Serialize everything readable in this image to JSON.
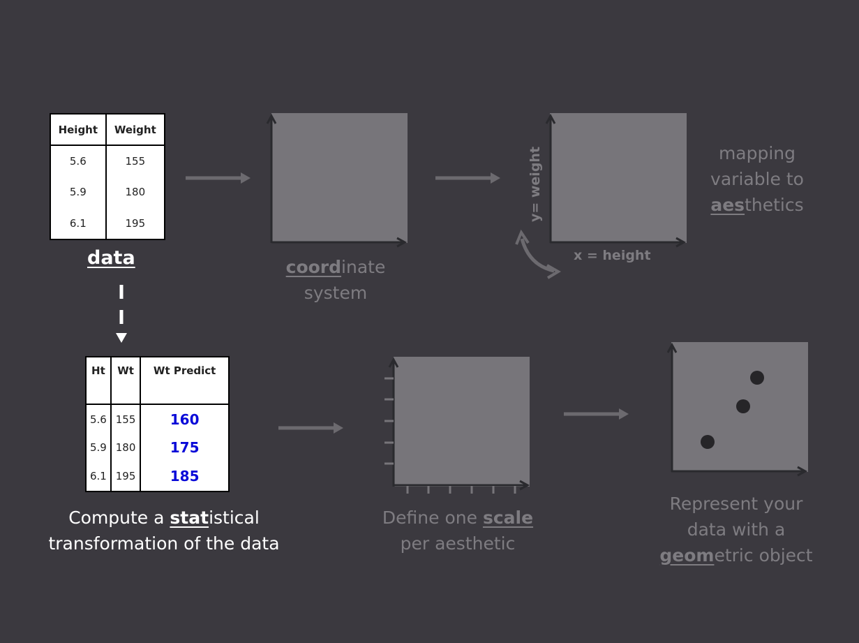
{
  "data_table": {
    "headers": [
      "Height",
      "Weight"
    ],
    "rows": [
      [
        "5.6",
        "155"
      ],
      [
        "5.9",
        "180"
      ],
      [
        "6.1",
        "195"
      ]
    ],
    "label": "data"
  },
  "stat_table": {
    "headers": [
      "Ht",
      "Wt",
      "Wt Predict"
    ],
    "rows": [
      [
        "5.6",
        "155",
        "160"
      ],
      [
        "5.9",
        "180",
        "175"
      ],
      [
        "6.1",
        "195",
        "185"
      ]
    ]
  },
  "captions": {
    "coord_bold": "coord",
    "coord_rest": "inate",
    "coord_line2": "system",
    "aes_line1": "mapping",
    "aes_line2": "variable to",
    "aes_bold": "aes",
    "aes_rest": "thetics",
    "stat_pre": "Compute a ",
    "stat_bold": "stat",
    "stat_rest": "istical",
    "stat_line2": "transformation of the data",
    "scale_pre": "Define one ",
    "scale_bold": "scale",
    "scale_line2": "per aesthetic",
    "geom_line1": "Represent your",
    "geom_line2": "data with a",
    "geom_bold": "geom",
    "geom_rest": "etric object"
  },
  "axis_labels": {
    "y": "y= weight",
    "x": "x = height"
  },
  "colors": {
    "background": "#3b393f",
    "panel": "#77757a",
    "arrow": "#6c6a6f",
    "predict": "#0a0ad8",
    "caption": "#7e7c81"
  }
}
